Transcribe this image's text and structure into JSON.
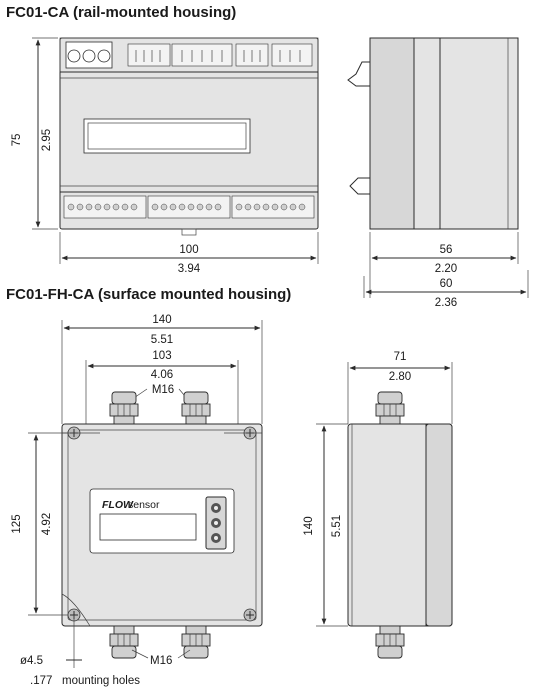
{
  "rail_section": {
    "title": "FC01-CA (rail-mounted housing)",
    "height_mm": "75",
    "height_in": "2.95",
    "width_mm": "100",
    "width_in": "3.94",
    "depth_mm": "56",
    "depth_in": "2.20",
    "depth_total_mm": "60",
    "depth_total_in": "2.36"
  },
  "surface_section": {
    "title": "FC01-FH-CA (surface mounted housing)",
    "width_mm": "140",
    "width_in": "5.51",
    "hole_spacing_mm": "103",
    "hole_spacing_in": "4.06",
    "gland_top": "M16",
    "height_mm": "125",
    "height_in": "4.92",
    "gland_bottom": "M16",
    "hole_dia_mm": "ø4.5",
    "hole_dia_in": ".177",
    "holes_label": "mounting holes",
    "side_depth_mm": "71",
    "side_depth_in": "2.80",
    "side_height_mm": "140",
    "side_height_in": "5.51",
    "logo_text": "FLOW",
    "logo_sub": "sensor"
  }
}
